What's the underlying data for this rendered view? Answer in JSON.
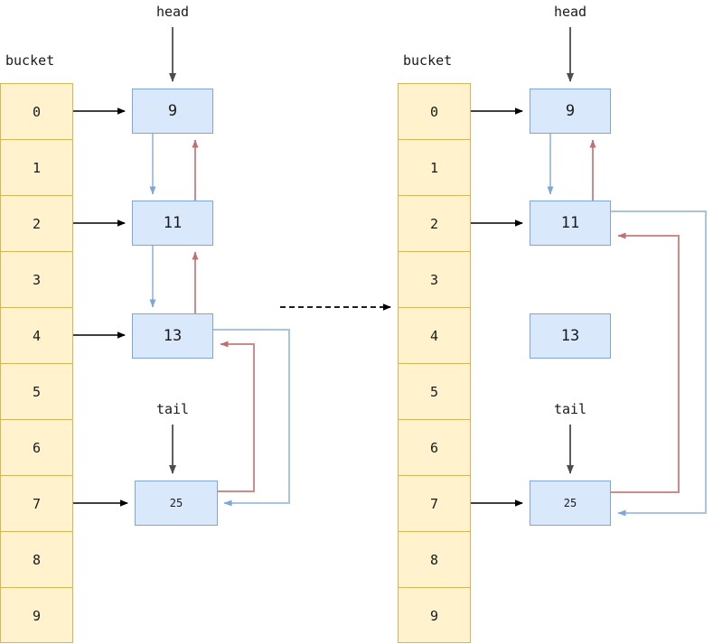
{
  "diagram": {
    "title": "Hash bucket array with doubly linked list before and after node removal",
    "colors": {
      "bucket_fill": "#fff2cc",
      "bucket_stroke": "#d6b656",
      "node_fill": "#dae8fc",
      "node_stroke": "#7ea6d9",
      "next_pointer": "#a8c4e0",
      "prev_pointer": "#cf8a8a",
      "bucket_arrow": "#000000",
      "pointer_label_arrow": "#4d4d4d",
      "transition_arrow": "#000000"
    },
    "panels": [
      {
        "id": "before",
        "bucket_caption": "bucket",
        "buckets": [
          "0",
          "1",
          "2",
          "3",
          "4",
          "5",
          "6",
          "7",
          "8",
          "9"
        ],
        "head_label": "head",
        "tail_label": "tail",
        "nodes": [
          {
            "value": "9",
            "bucket": "0",
            "size": "big"
          },
          {
            "value": "11",
            "bucket": "2",
            "size": "big"
          },
          {
            "value": "13",
            "bucket": "4",
            "size": "big"
          },
          {
            "value": "25",
            "bucket": "7",
            "size": "small"
          }
        ],
        "linked_list_order": [
          "9",
          "11",
          "13",
          "25"
        ],
        "head_points_to": "9",
        "tail_points_to": "25"
      },
      {
        "id": "after",
        "bucket_caption": "bucket",
        "buckets": [
          "0",
          "1",
          "2",
          "3",
          "4",
          "5",
          "6",
          "7",
          "8",
          "9"
        ],
        "head_label": "head",
        "tail_label": "tail",
        "nodes": [
          {
            "value": "9",
            "bucket": "0",
            "size": "big"
          },
          {
            "value": "11",
            "bucket": "2",
            "size": "big"
          },
          {
            "value": "13",
            "bucket": "",
            "size": "big"
          },
          {
            "value": "25",
            "bucket": "7",
            "size": "small"
          }
        ],
        "linked_list_order": [
          "9",
          "11",
          "25"
        ],
        "detached_nodes": [
          "13"
        ],
        "head_points_to": "9",
        "tail_points_to": "25"
      }
    ],
    "transition": {
      "style": "dashed-arrow",
      "label": ""
    }
  }
}
